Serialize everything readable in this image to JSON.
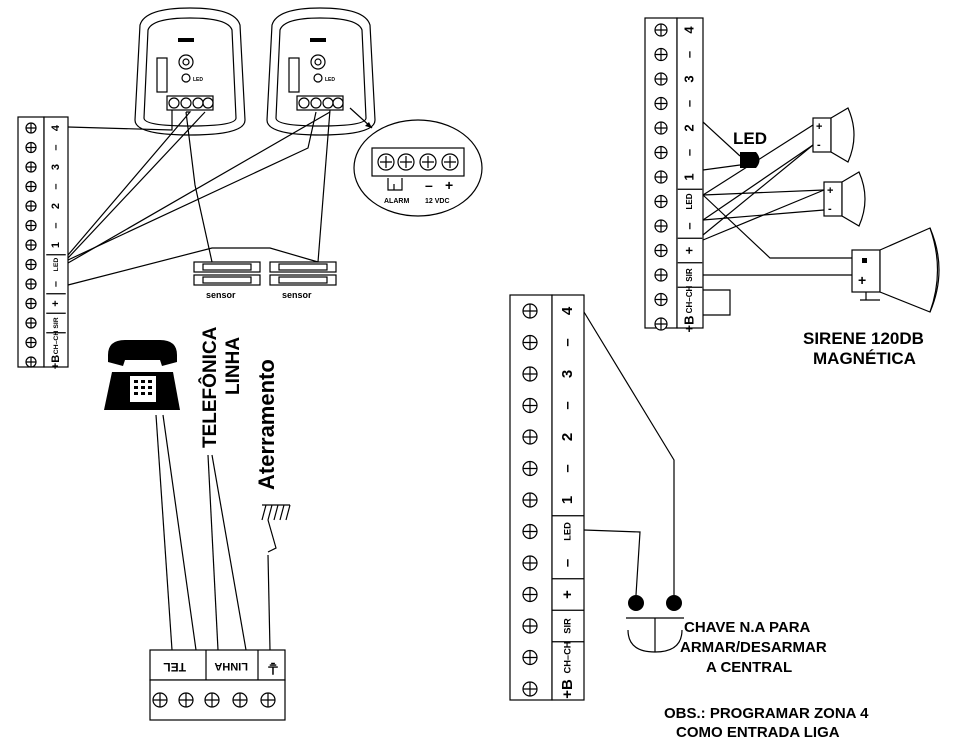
{
  "terminal_labels": [
    "4",
    "–",
    "3",
    "–",
    "2",
    "–",
    "1",
    "LED",
    "–",
    "+",
    "SIR",
    "CH–CH",
    "+B"
  ],
  "sensor_bubble": {
    "alarm": "ALARM",
    "minus": "–",
    "plus": "+",
    "voltage": "12 VDC"
  },
  "sensor_device_led": "LED",
  "reed_sensors": [
    "sensor",
    "sensor"
  ],
  "phone_labels": {
    "line_title_1": "LINHA",
    "line_title_2": "TELEFÔNICA",
    "ground_title": "Aterramento"
  },
  "phone_block_labels": [
    "TEL",
    "LINHA",
    "⏚"
  ],
  "right_panel": {
    "led": "LED",
    "siren_1": "SIRENE 120DB",
    "siren_2": "MAGNÉTICA"
  },
  "switch_panel": {
    "chave_1": "CHAVE N.A PARA",
    "chave_2": "ARMAR/DESARMAR",
    "chave_3": "A CENTRAL",
    "obs_1": "OBS.: PROGRAMAR ZONA 4",
    "obs_2": "COMO ENTRADA LIGA"
  },
  "colors": {
    "ink": "#000000",
    "background": "#ffffff"
  }
}
